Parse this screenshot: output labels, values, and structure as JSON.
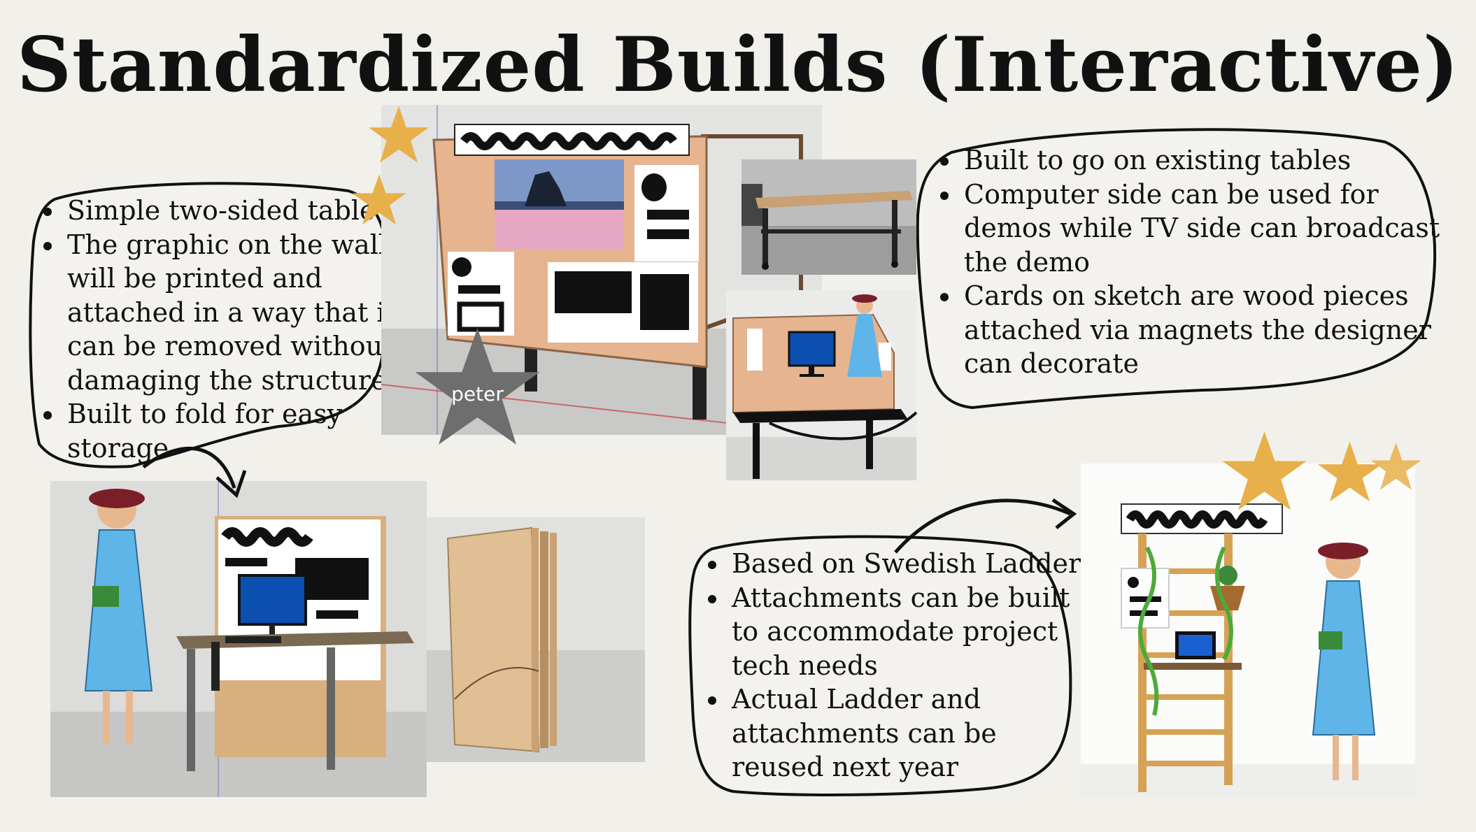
{
  "title": "Standardized Builds (Interactive)",
  "left_bubble": {
    "items": [
      "Simple two-sided table",
      "The graphic on the wall will be printed and attached in a way that it can be removed without damaging the structure",
      "Built to fold for easy storage"
    ]
  },
  "right_bubble": {
    "items": [
      "Built to go on existing tables",
      "Computer side can be used for demos while TV side can broadcast the demo",
      "Cards on sketch are wood pieces attached via magnets the designer can decorate"
    ]
  },
  "bottom_bubble": {
    "items": [
      "Based on Swedish Ladder",
      "Attachments can be built to accommodate project tech needs",
      "Actual Ladder and attachments can be reused next year"
    ]
  },
  "star_label": "peter",
  "colors": {
    "background": "#f2f0eb",
    "star_gold": "#e8b04a",
    "wood": "#e6b48f",
    "table_wood": "#c9a173",
    "gray_star": "#6e6e6e"
  }
}
